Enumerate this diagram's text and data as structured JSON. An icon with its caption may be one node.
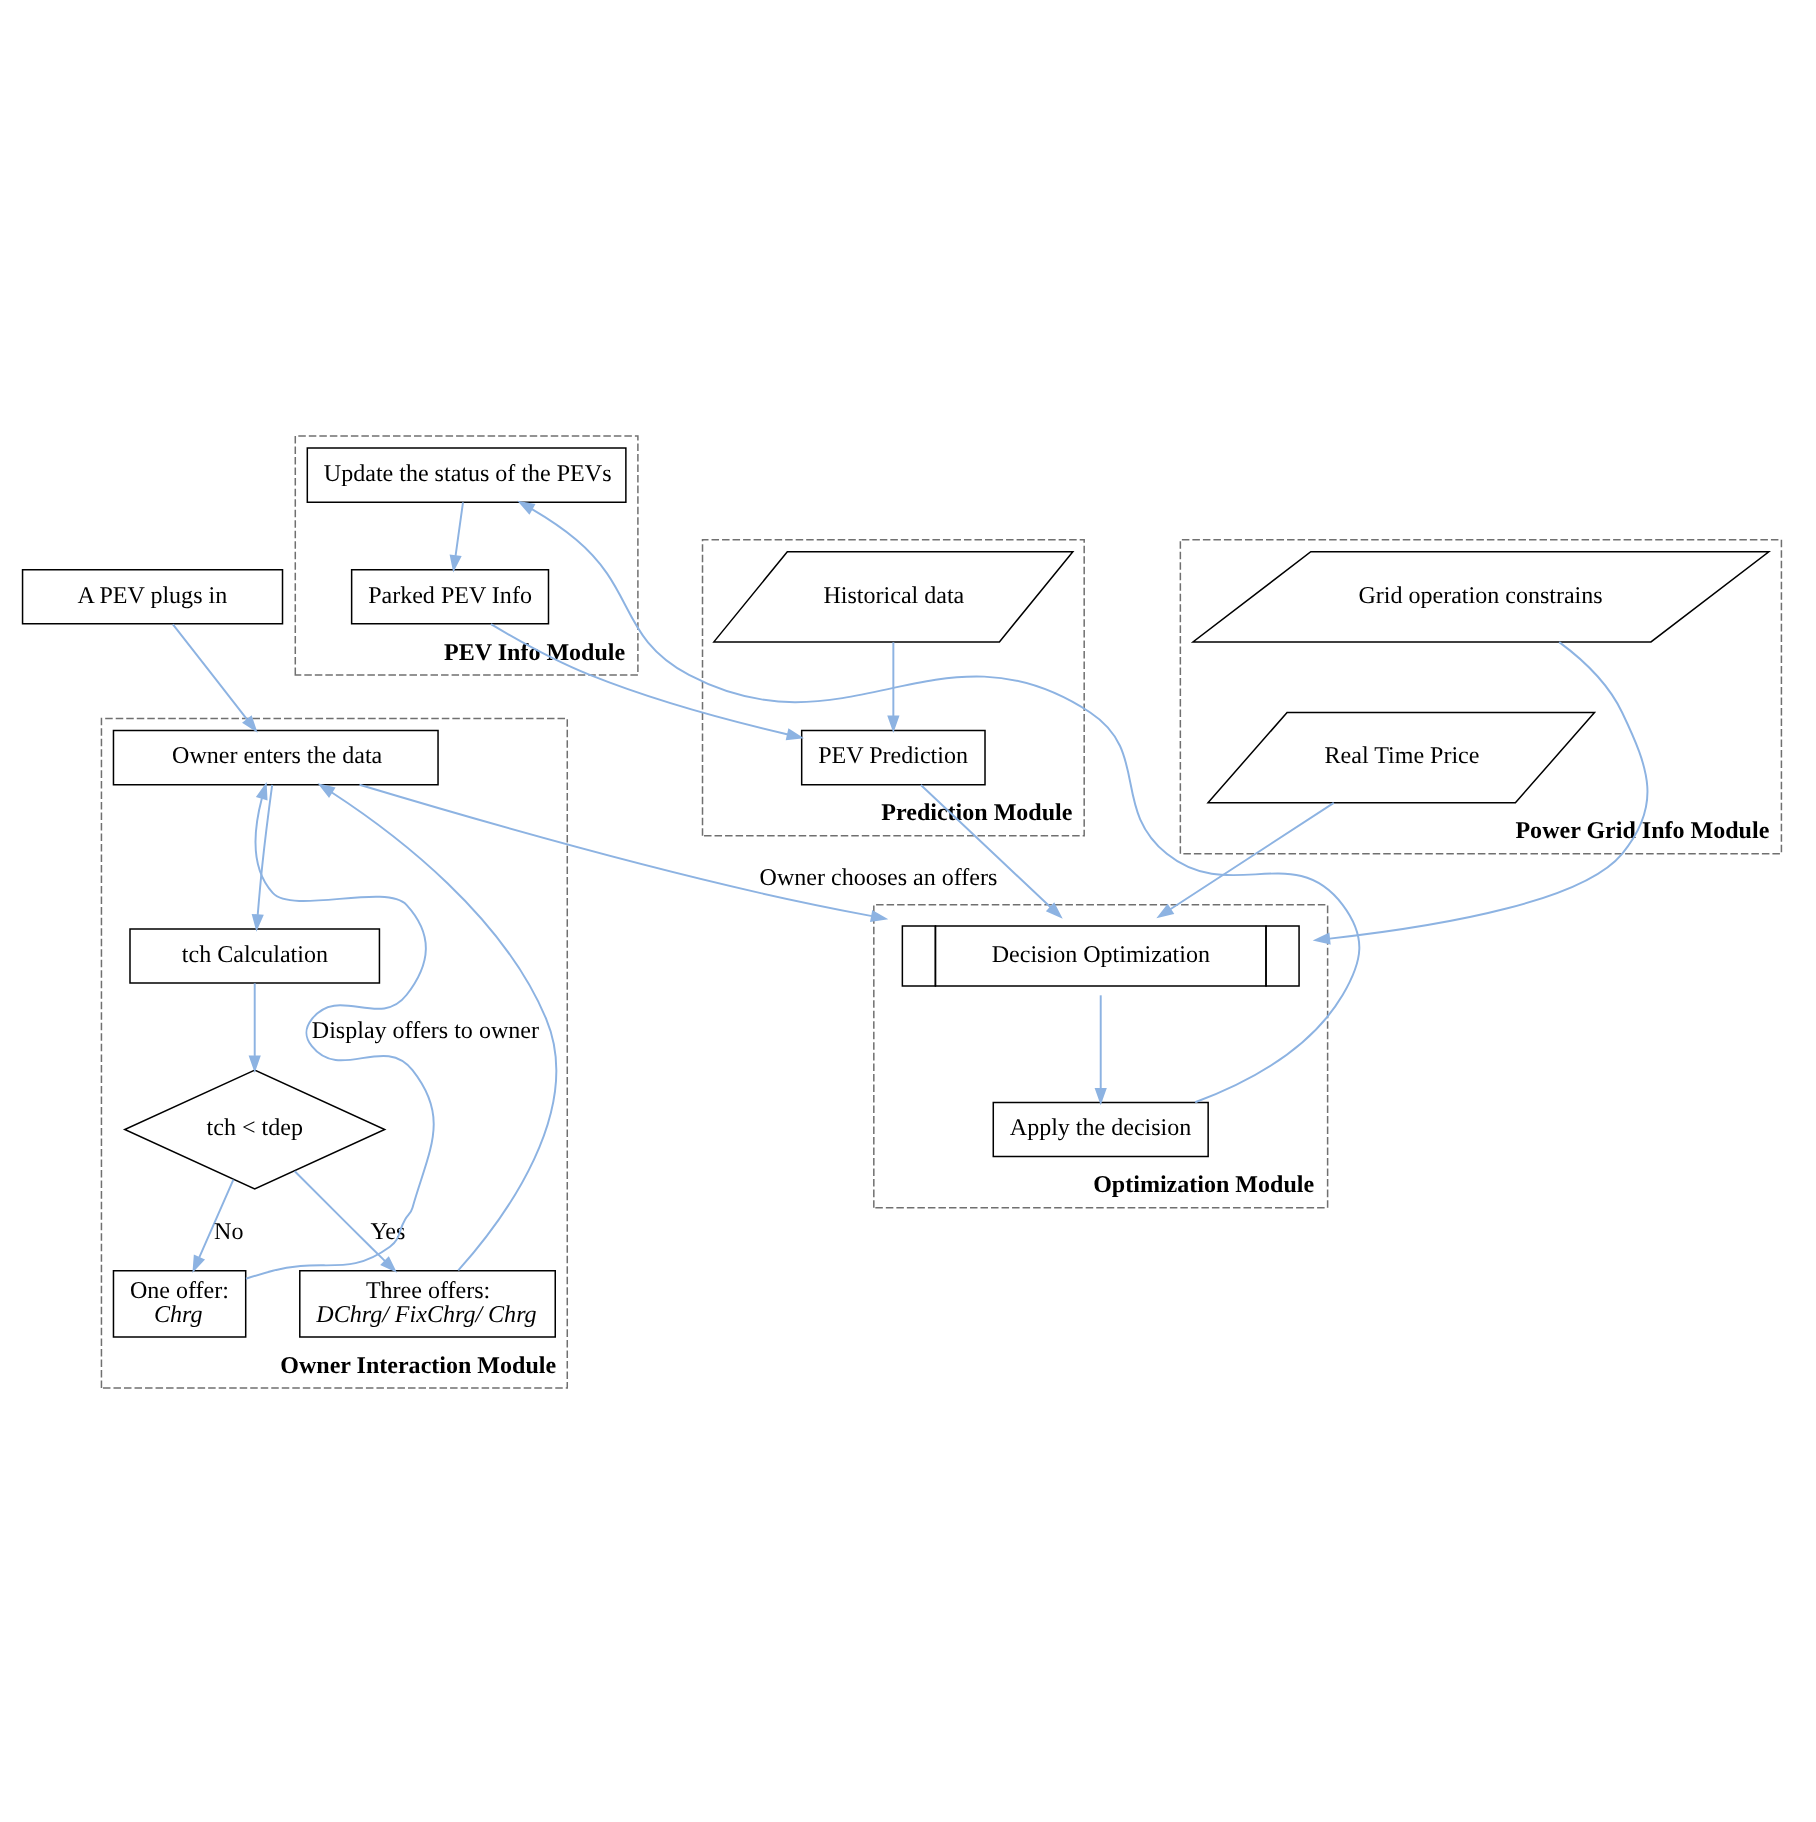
{
  "diagram": {
    "nodes": [
      {
        "text": [
          "A PEV plugs in"
        ]
      },
      {
        "text": [
          "Owner Interaction Module"
        ]
      },
      {
        "text": [
          "Owner enters the data"
        ],
        "in": 1
      },
      {
        "text": [
          "tch Calculation"
        ],
        "in": 1
      },
      {
        "text": [
          "tch < tdep"
        ],
        "in": 1
      },
      {
        "text": [
          "One offer:",
          "Chrg"
        ],
        "in": 1
      },
      {
        "text": [
          "Three offers:",
          "DChrg/ FixChrg/ Chrg"
        ],
        "in": 1
      },
      {
        "text": [
          "PEV Info Module"
        ]
      },
      {
        "text": [
          "Update the status of the PEVs"
        ],
        "in": 7
      },
      {
        "text": [
          "Parked PEV Info"
        ],
        "in": 7
      },
      {
        "text": [
          "Prediction Module"
        ]
      },
      {
        "text": [
          "Historical data"
        ],
        "in": 10
      },
      {
        "text": [
          "PEV Prediction"
        ],
        "in": 10
      },
      {
        "text": [
          "Optimization Module"
        ]
      },
      {
        "text": [
          "Decision Optimization"
        ],
        "in": 13
      },
      {
        "text": [
          "Apply the decision"
        ],
        "in": 13
      },
      {
        "text": [
          "Power Grid Info Module"
        ]
      },
      {
        "text": [
          "Grid operation constrains"
        ],
        "in": 16
      },
      {
        "text": [
          "Real Time Price"
        ],
        "in": 16
      }
    ],
    "edges": [
      {
        "from": 0,
        "to": 2,
        "arrow": "to"
      },
      {
        "from": 2,
        "to": 3,
        "arrow": "to"
      },
      {
        "from": 3,
        "to": 4,
        "arrow": "to"
      },
      {
        "from": 4,
        "to": 6,
        "arrow": "to",
        "label": "Yes"
      },
      {
        "from": 4,
        "to": 5,
        "arrow": "to",
        "label": "No"
      },
      {
        "from": 5,
        "to": 2,
        "arrow": "to",
        "label": "Display offers to owner"
      },
      {
        "from": 6,
        "to": 2,
        "arrow": "to"
      },
      {
        "from": 2,
        "to": 14,
        "arrow": "to",
        "label": "Owner chooses an offers"
      },
      {
        "from": 8,
        "to": 9,
        "arrow": "to"
      },
      {
        "from": 9,
        "to": 12,
        "arrow": "to"
      },
      {
        "from": 11,
        "to": 12,
        "arrow": "to"
      },
      {
        "from": 12,
        "to": 14,
        "arrow": "to"
      },
      {
        "from": 14,
        "to": 15,
        "arrow": "to"
      },
      {
        "from": 17,
        "to": 14,
        "arrow": "to"
      },
      {
        "from": 18,
        "to": 14,
        "arrow": "to"
      },
      {
        "from": 15,
        "to": 8,
        "arrow": "to"
      }
    ]
  }
}
